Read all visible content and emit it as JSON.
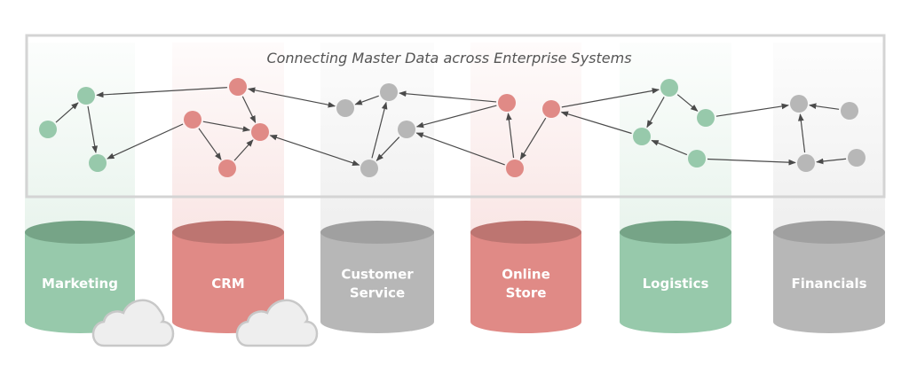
{
  "title": "Connecting Master Data across Enterprise Systems",
  "colors": {
    "green": "#97c9ab",
    "green_top": "#76a487",
    "green_band": "#e9f4ed",
    "red": "#e08a86",
    "red_top": "#bd7571",
    "red_band": "#f9e6e5",
    "gray": "#b7b7b7",
    "gray_top": "#a0a0a0",
    "gray_band": "#efefef",
    "frame": "#d4d4d4",
    "edge": "#4a4a4a",
    "cloud_fill": "#eeeeee",
    "cloud_stroke": "#c8c8c8"
  },
  "systems": [
    {
      "id": "marketing",
      "label_lines": [
        "Marketing"
      ],
      "color": "green",
      "cloud": true
    },
    {
      "id": "crm",
      "label_lines": [
        "CRM"
      ],
      "color": "red",
      "cloud": true
    },
    {
      "id": "customer-service",
      "label_lines": [
        "Customer",
        "Service"
      ],
      "color": "gray",
      "cloud": false
    },
    {
      "id": "online-store",
      "label_lines": [
        "Online",
        "Store"
      ],
      "color": "red",
      "cloud": false
    },
    {
      "id": "logistics",
      "label_lines": [
        "Logistics"
      ],
      "color": "green",
      "cloud": false
    },
    {
      "id": "financials",
      "label_lines": [
        "Financials"
      ],
      "color": "gray",
      "cloud": false
    }
  ],
  "nodes": [
    {
      "id": "G1",
      "system": "marketing"
    },
    {
      "id": "G2",
      "system": "marketing"
    },
    {
      "id": "G3",
      "system": "marketing"
    },
    {
      "id": "R1",
      "system": "crm"
    },
    {
      "id": "R2",
      "system": "crm"
    },
    {
      "id": "R3",
      "system": "crm"
    },
    {
      "id": "R4",
      "system": "crm"
    },
    {
      "id": "C1",
      "system": "customer-service"
    },
    {
      "id": "C2",
      "system": "customer-service"
    },
    {
      "id": "C3",
      "system": "customer-service"
    },
    {
      "id": "C4",
      "system": "customer-service"
    },
    {
      "id": "O1",
      "system": "online-store"
    },
    {
      "id": "O2",
      "system": "online-store"
    },
    {
      "id": "O3",
      "system": "online-store"
    },
    {
      "id": "L1",
      "system": "logistics"
    },
    {
      "id": "L2",
      "system": "logistics"
    },
    {
      "id": "L3",
      "system": "logistics"
    },
    {
      "id": "L4",
      "system": "logistics"
    },
    {
      "id": "F1",
      "system": "financials"
    },
    {
      "id": "F2",
      "system": "financials"
    },
    {
      "id": "F3",
      "system": "financials"
    },
    {
      "id": "F4",
      "system": "financials"
    }
  ],
  "edges": [
    {
      "from": "G1",
      "to": "G2",
      "bidirectional": false
    },
    {
      "from": "G2",
      "to": "G3",
      "bidirectional": false
    },
    {
      "from": "R1",
      "to": "G2",
      "bidirectional": false
    },
    {
      "from": "R2",
      "to": "G3",
      "bidirectional": false
    },
    {
      "from": "R2",
      "to": "R3",
      "bidirectional": false
    },
    {
      "from": "R2",
      "to": "R4",
      "bidirectional": false
    },
    {
      "from": "R4",
      "to": "R3",
      "bidirectional": false
    },
    {
      "from": "R1",
      "to": "R3",
      "bidirectional": false
    },
    {
      "from": "R1",
      "to": "C1",
      "bidirectional": true
    },
    {
      "from": "R3",
      "to": "C4",
      "bidirectional": true
    },
    {
      "from": "C2",
      "to": "C1",
      "bidirectional": false
    },
    {
      "from": "C4",
      "to": "C2",
      "bidirectional": false
    },
    {
      "from": "C3",
      "to": "C4",
      "bidirectional": false
    },
    {
      "from": "O1",
      "to": "C2",
      "bidirectional": false
    },
    {
      "from": "O1",
      "to": "C3",
      "bidirectional": false
    },
    {
      "from": "O3",
      "to": "C3",
      "bidirectional": false
    },
    {
      "from": "O3",
      "to": "O1",
      "bidirectional": false
    },
    {
      "from": "O2",
      "to": "O3",
      "bidirectional": false
    },
    {
      "from": "O2",
      "to": "L1",
      "bidirectional": false
    },
    {
      "from": "L3",
      "to": "O2",
      "bidirectional": false
    },
    {
      "from": "L1",
      "to": "L3",
      "bidirectional": false
    },
    {
      "from": "L1",
      "to": "L2",
      "bidirectional": false
    },
    {
      "from": "L4",
      "to": "L3",
      "bidirectional": false
    },
    {
      "from": "L2",
      "to": "F1",
      "bidirectional": false
    },
    {
      "from": "L4",
      "to": "F3",
      "bidirectional": false
    },
    {
      "from": "F3",
      "to": "F1",
      "bidirectional": false
    },
    {
      "from": "F2",
      "to": "F1",
      "bidirectional": false
    },
    {
      "from": "F4",
      "to": "F3",
      "bidirectional": false
    }
  ]
}
